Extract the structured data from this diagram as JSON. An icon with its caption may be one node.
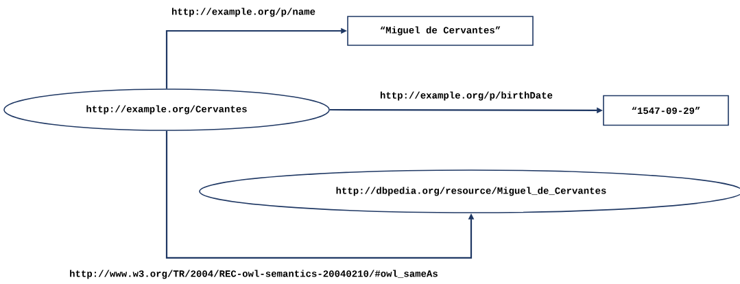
{
  "diagram": {
    "nodes": [
      {
        "text": [
          "http://example.org/Cervantes"
        ]
      },
      {
        "text": [
          "“Miguel de Cervantes”"
        ]
      },
      {
        "text": [
          "“1547-09-29”"
        ]
      },
      {
        "text": [
          "http://dbpedia.org/resource/Miguel_de_Cervantes"
        ]
      }
    ],
    "edges": [
      {
        "from": 0,
        "to": 1,
        "arrow": "to",
        "label": "http://example.org/p/name"
      },
      {
        "from": 0,
        "to": 2,
        "arrow": "to",
        "label": "http://example.org/p/birthDate"
      },
      {
        "from": 0,
        "to": 3,
        "arrow": "to",
        "label": "http://www.w3.org/TR/2004/REC-owl-semantics-20040210/#owl_sameAs"
      }
    ]
  }
}
